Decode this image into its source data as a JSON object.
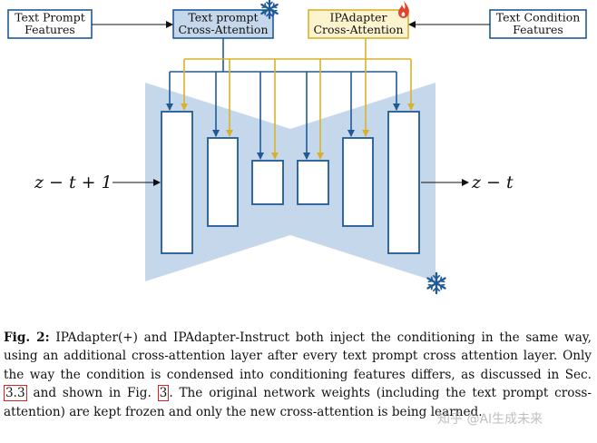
{
  "diagram": {
    "boxes": {
      "text_prompt_features": [
        "Text Prompt",
        "Features"
      ],
      "text_prompt_cross_attention": [
        "Text prompt",
        "Cross-Attention"
      ],
      "ipadapter_cross_attention": [
        "IPAdapter",
        "Cross-Attention"
      ],
      "text_condition_features": [
        "Text Condition",
        "Features"
      ]
    },
    "input_label": "z − t + 1",
    "output_label": "z − t",
    "colors": {
      "unet_fill": "#c5d7ea",
      "frozen_box_fill": "#c5d7ea",
      "trainable_box_fill": "#fdf4cf",
      "blue_arrow": "#1f5a96",
      "gold_arrow": "#d7b22b",
      "frozen_icon": "#1f5a96",
      "trainable_icon": "#e0452b"
    },
    "icons": {
      "frozen": "snowflake-icon",
      "trainable": "flame-icon"
    }
  },
  "caption": {
    "label": "Fig. 2:",
    "text_1": " IPAdapter(+) and IPAdapter-Instruct both inject the conditioning in the same way, using an additional cross-attention layer after every text prompt cross attention layer. Only the way the condition is condensed into conditioning features differs, as discussed in Sec. ",
    "ref_section": "3.3",
    "text_2": " and shown in Fig. ",
    "ref_figure": "3",
    "text_3": ". The original network weights (including the text prompt cross-attention) are kept frozen and only the new cross-attention is being learned."
  },
  "watermark": "知乎 @AI生成未来"
}
